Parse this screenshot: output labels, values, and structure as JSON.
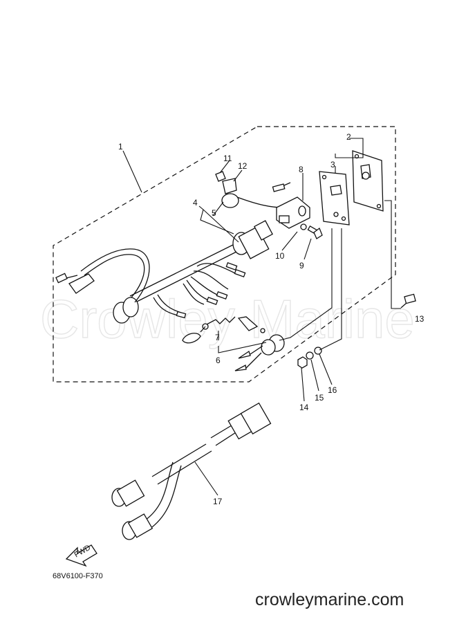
{
  "watermark": "Crowley Marine",
  "site_url": "crowleymarine.com",
  "diagram_code": "68V6100-F370",
  "fwd_label": "FWD",
  "callouts": [
    "1",
    "2",
    "3",
    "4",
    "5",
    "6",
    "7",
    "8",
    "9",
    "10",
    "11",
    "12",
    "13",
    "14",
    "15",
    "16",
    "17"
  ]
}
